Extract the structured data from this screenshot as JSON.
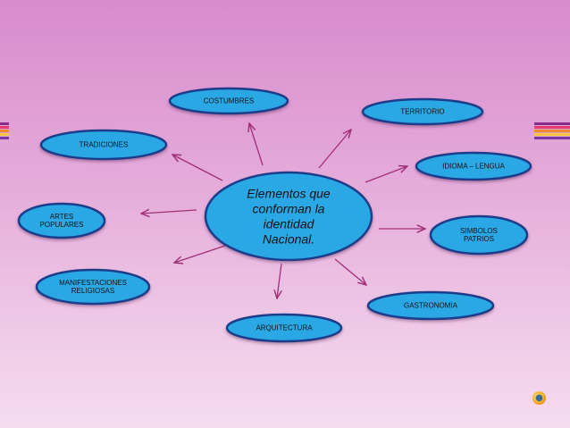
{
  "diagram": {
    "center": {
      "lines": [
        "Elementos que",
        "conforman la",
        "identidad",
        "Nacional."
      ]
    },
    "nodes": [
      {
        "id": "costumbres",
        "lines": [
          "COSTUMBRES"
        ]
      },
      {
        "id": "territorio",
        "lines": [
          "TERRITORIO"
        ]
      },
      {
        "id": "tradiciones",
        "lines": [
          "TRADICIONES"
        ]
      },
      {
        "id": "idioma",
        "lines": [
          "IDIOMA – LENGUA"
        ]
      },
      {
        "id": "artes",
        "lines": [
          "ARTES",
          "POPULARES"
        ]
      },
      {
        "id": "simbolos",
        "lines": [
          "SIMBOLOS",
          "PATRIOS"
        ]
      },
      {
        "id": "manifestaciones",
        "lines": [
          "MANIFESTACIONES",
          "RELIGIOSAS"
        ]
      },
      {
        "id": "gastronomia",
        "lines": [
          "GASTRONOMIA"
        ]
      },
      {
        "id": "arquitectura",
        "lines": [
          "ARQUITECTURA"
        ]
      }
    ],
    "colors": {
      "node_fill": "#29a8e6",
      "node_stroke": "#1e3d8a",
      "arrow": "#a1307a"
    }
  },
  "decorations": {
    "stripe_colors": [
      "#8a2c8a",
      "#e23a6c",
      "#f08a2a",
      "#f5c542",
      "#7a3aa0"
    ],
    "corner_icon": "firefox-like-icon"
  }
}
